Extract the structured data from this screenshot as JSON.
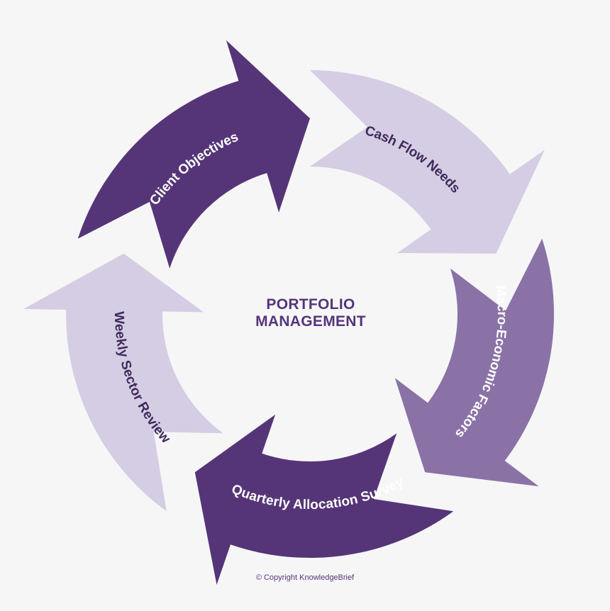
{
  "center": {
    "line1": "PORTFOLIO",
    "line2": "MANAGEMENT"
  },
  "segments": [
    {
      "label": "Client Objectives",
      "color": "#553577",
      "text_color": "#ffffff"
    },
    {
      "label": "Cash Flow Needs",
      "color": "#d5cde3",
      "text_color": "#3d2a5c"
    },
    {
      "label": "Macro-Economic Factors",
      "color": "#8a72a6",
      "text_color": "#ffffff"
    },
    {
      "label": "Quarterly Allocation Survey",
      "color": "#553577",
      "text_color": "#ffffff"
    },
    {
      "label": "Weekly Sector Review",
      "color": "#d5cde3",
      "text_color": "#3d2a5c"
    }
  ],
  "copyright": "© Copyright KnowledgeBrief"
}
